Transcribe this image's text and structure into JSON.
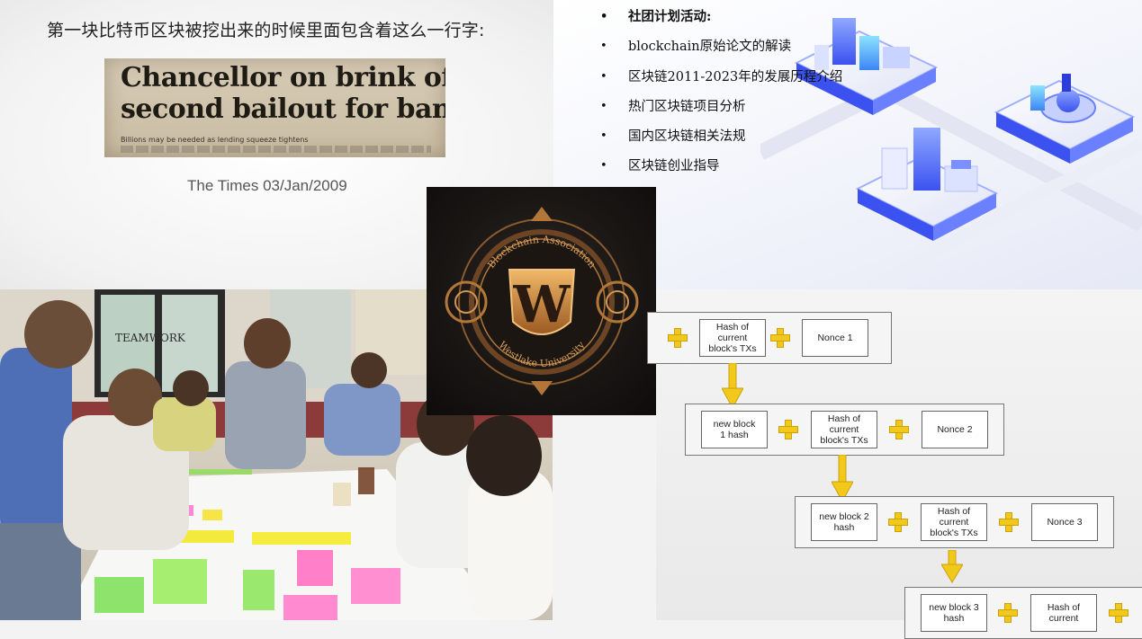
{
  "genesis_slide": {
    "heading": "第一块比特币区块被挖出来的时候里面包含着这么一行字:",
    "headline_line1": "Chancellor on brink of",
    "headline_line2": "second bailout for banks",
    "subline": "Billions may be needed as lending squeeze tightens",
    "caption": "The Times 03/Jan/2009"
  },
  "plan_slide": {
    "items": [
      "社团计划活动:",
      "blockchain原始论文的解读",
      "区块链2011-2023年的发展历程介绍",
      "热门区块链项目分析",
      "国内区块链相关法规",
      "区块链创业指导"
    ],
    "bullet": "•",
    "accent_color": "#4a63ff"
  },
  "workshop_photo": {
    "wall_text_1": "TEAMWORK"
  },
  "emblem": {
    "arc_top": "Blockchain Association",
    "arc_bottom": "Westlake University",
    "letter": "W",
    "gold_color": "#c98a3a"
  },
  "chain_diagram": {
    "row1": {
      "cell1": "Hash of\ncurrent\nblock's TXs",
      "cell2": "Nonce 1"
    },
    "row2": {
      "cell1": "new block\n1 hash",
      "cell2": "Hash of\ncurrent\nblock's TXs",
      "cell3": "Nonce 2"
    },
    "row3": {
      "cell1": "new block 2\nhash",
      "cell2": "Hash of\ncurrent\nblock's TXs",
      "cell3": "Nonce 3"
    },
    "row4": {
      "cell1": "new block 3\nhash",
      "cell2": "Hash of\ncurrent"
    },
    "plus_color": "#f2c81a",
    "arrow_color": "#f2c81a"
  }
}
